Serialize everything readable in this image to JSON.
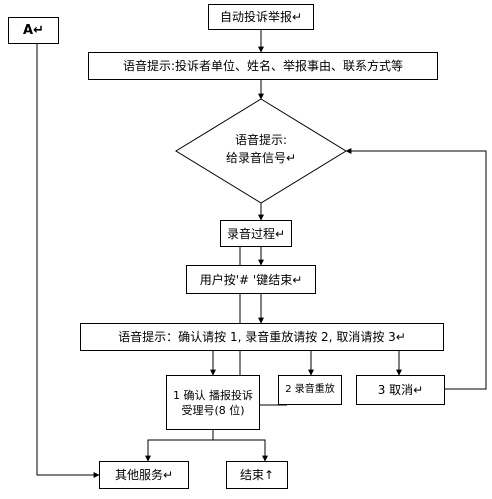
{
  "nodes": {
    "start": "自动投诉举报↵",
    "prompt_info": "语音提示:投诉者单位、姓名、举报事由、联系方式等",
    "decision_line1": "语音提示:",
    "decision_line2": "给录音信号↵",
    "recording": "录音过程↵",
    "press_hash": "用户按'# '键结束↵",
    "prompt_confirm": "语音提示：确认请按 1, 录音重放请按 2, 取消请按 3↵",
    "opt1": "1 确认 播报投诉受理号(8 位)",
    "opt2": "2 录音重放",
    "opt3": "3 取消↵",
    "other_services": "其他服务↵",
    "end": "结束↑",
    "connector_a": "A↵"
  }
}
